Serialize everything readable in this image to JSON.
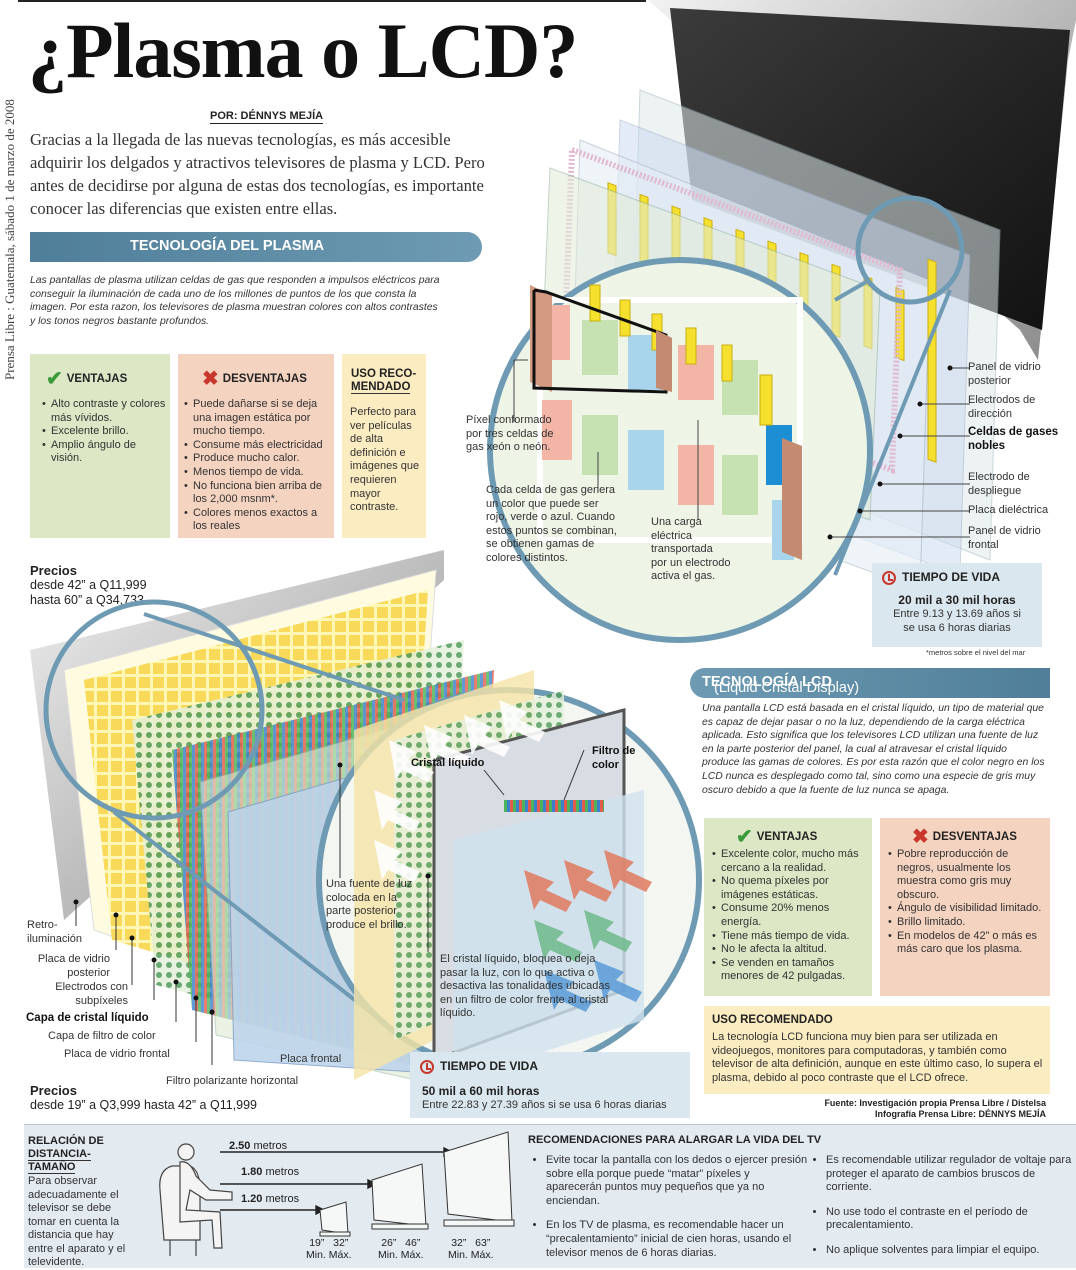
{
  "sidebar": "Prensa Libre : Guatemala, sábado 1 de marzo de 2008",
  "title": "¿Plasma o LCD?",
  "byline": "POR: DÉNNYS MEJÍA",
  "intro": "Gracias a la  llegada de las nuevas tecnologías, es más accesible adquirir los delgados y atractivos televisores de plasma y LCD. Pero antes de decidirse por alguna de estas dos tecnologías, es importante conocer las diferencias que existen entre ellas.",
  "plasma": {
    "heading": "TECNOLOGÍA DEL PLASMA",
    "description": "Las pantallas de plasma utilizan celdas de gas que responden a impulsos eléctricos para conseguir la iluminación de cada uno de los millones de puntos de los que consta la imagen. Por esta razon, los televisores de plasma muestran colores con altos contrastes y los tonos negros bastante profundos.",
    "ventajas": {
      "title": "VENTAJAS",
      "items": [
        "Alto contraste y colores más vívidos.",
        "Excelente brillo.",
        "Amplio ángulo de visión."
      ]
    },
    "desventajas": {
      "title": "DESVENTAJAS",
      "items": [
        "Puede dañarse si se deja una imagen estática por mucho tiempo.",
        "Consume más electricidad",
        "Produce mucho calor.",
        "Menos tiempo de vida.",
        "No funciona bien arriba de los 2,000 msnm*.",
        "Colores menos exactos a los reales"
      ]
    },
    "uso": {
      "title_line1": "USO RECO-",
      "title_line2": "MENDADO",
      "text": "Perfecto para ver películas de alta definición e imágenes que requieren mayor contraste."
    },
    "prices": {
      "label": "Precios",
      "line1": "desde 42” a Q11,999",
      "line2": "hasta 60” a Q34,733"
    },
    "labels": {
      "pixel": "Píxel conformado por tres celdas de gas xeón o neón.",
      "cell": "Cada celda de gas genera un color que puede ser rojo, verde o azul. Cuando estos puntos se combinan, se obtienen gamas de colores distintos.",
      "charge": "Una carga eléctrica transportada por un electrodo activa el gas.",
      "rear_glass": "Panel de vidrio posterior",
      "address_electrodes": "Electrodos de dirección",
      "gas_cells": "Celdas de gases nobles",
      "display_electrode": "Electrodo de despliegue",
      "dielectric": "Placa dieléctrica",
      "front_glass": "Panel de vidrio frontal"
    },
    "life": {
      "title": "TIEMPO DE VIDA",
      "hours": "20 mil a 30 mil horas",
      "detail": "Entre 9.13 y 13.69 años si se usa 6 horas diarias"
    },
    "footnote": "*metros sobre el nivel del mar"
  },
  "lcd": {
    "heading": "TECNOLOGÍA LCD",
    "heading_sub": "(Liquid Cristal Display)",
    "description": "Una pantalla LCD está basada en el cristal líquido, un tipo de material que es capaz de dejar pasar o no la luz, dependiendo de la carga eléctrica aplicada.  Esto significa que los televisores LCD utilizan una fuente de luz en la parte posterior del panel, la cual al atravesar el cristal líquido produce las gamas de colores.  Es por esta razón que el color negro en los LCD nunca es desplegado como tal, sino como una especie de gris muy oscuro debido a que la fuente de luz nunca se apaga.",
    "ventajas": {
      "title": "VENTAJAS",
      "items": [
        "Excelente color, mucho más cercano a la realidad.",
        "No quema píxeles por imágenes estáticas.",
        "Consume 20% menos energía.",
        "Tiene más tiempo de vida.",
        "No le afecta la altitud.",
        "Se venden en tamaños menores de 42 pulgadas."
      ]
    },
    "desventajas": {
      "title": "DESVENTAJAS",
      "items": [
        "Pobre reproducción de negros, usualmente los muestra como gris muy obscuro.",
        "Ángulo de visibilidad limitado.",
        "Brillo limitado.",
        "En modelos de 42” o más es más caro que los plasma."
      ]
    },
    "uso": {
      "title": "USO RECOMENDADO",
      "text": "La tecnología LCD funciona muy bien para ser utilizada en videojuegos, monitores para computadoras, y también como televisor de alta definición, aunque en este último caso, lo supera el plasma, debido al poco contraste que el LCD ofrece."
    },
    "source1": "Fuente: Investigación propia Prensa Libre / Distelsa",
    "source2": "Infografía Prensa Libre: DÉNNYS MEJÍA",
    "prices": {
      "label": "Precios",
      "line1": "desde 19” a Q3,999 hasta 42” a Q11,999"
    },
    "labels": {
      "liquid_crystal": "Cristal líquido",
      "color_filter": "Filtro de color",
      "light_source": "Una fuente de luz colocada en la parte posterior produce el brillo.",
      "crystal_block": "El cristal líquido,  bloquea o deja pasar la luz, con lo que activa o desactiva las tonalidades ubicadas en un filtro de color frente al cristal líquido.",
      "backlight": "Retro-iluminación",
      "rear_glass": "Placa de vidrio posterior",
      "subpixel_electrodes": "Electrodos con subpíxeles",
      "lc_layer": "Capa de cristal líquido",
      "filter_layer": "Capa de filtro de color",
      "front_glass": "Placa de vidrio frontal",
      "polarizer": "Filtro polarizante horizontal",
      "front_plate": "Placa frontal"
    },
    "life": {
      "title": "TIEMPO DE VIDA",
      "hours": "50 mil a 60 mil horas",
      "detail": "Entre 22.83 y 27.39 años si se usa 6 horas diarias"
    }
  },
  "distance": {
    "title_line1": "RELACIÓN DE",
    "title_line2": "DISTANCIA-TAMAÑO",
    "text": "Para observar adecuadamente el televisor se debe tomar en cuenta la distancia que hay entre el aparato y el televidente.",
    "d1_value": "2.50",
    "d1_unit": "metros",
    "d2_value": "1.80",
    "d2_unit": "metros",
    "d3_value": "1.20",
    "d3_unit": "metros",
    "sizes": [
      {
        "min": "19”",
        "max": "32”"
      },
      {
        "min": "26”",
        "max": "46”"
      },
      {
        "min": "32”",
        "max": "63”"
      }
    ],
    "min_label": "Min.",
    "max_label": "Máx."
  },
  "recommendations": {
    "title": "RECOMENDACIONES PARA ALARGAR LA VIDA DEL TV",
    "col1": [
      "Evite tocar la pantalla con los dedos o ejercer presión sobre ella porque puede “matar” píxeles y aparecerán puntos muy pequeños que ya no enciendan.",
      "En los TV de plasma, es recomendable hacer un “precalentamiento” inicial de cien horas, usando el televisor menos de 6 horas diarias."
    ],
    "col2": [
      "Es recomendable utilizar regulador de voltaje para proteger el aparato de cambios bruscos de corriente.",
      "No use todo el contraste en el período de precalentamiento.",
      "No aplique solventes para limpiar el equipo."
    ]
  },
  "colors": {
    "accent_blue": "#5a87a0",
    "ventajas_bg": "#dbe7c5",
    "desventajas_bg": "#f5d3c1",
    "uso_bg": "#fbecc2",
    "life_bg": "#dbe7ee",
    "check_green": "#3a9a3a",
    "cross_red": "#c8382d"
  }
}
